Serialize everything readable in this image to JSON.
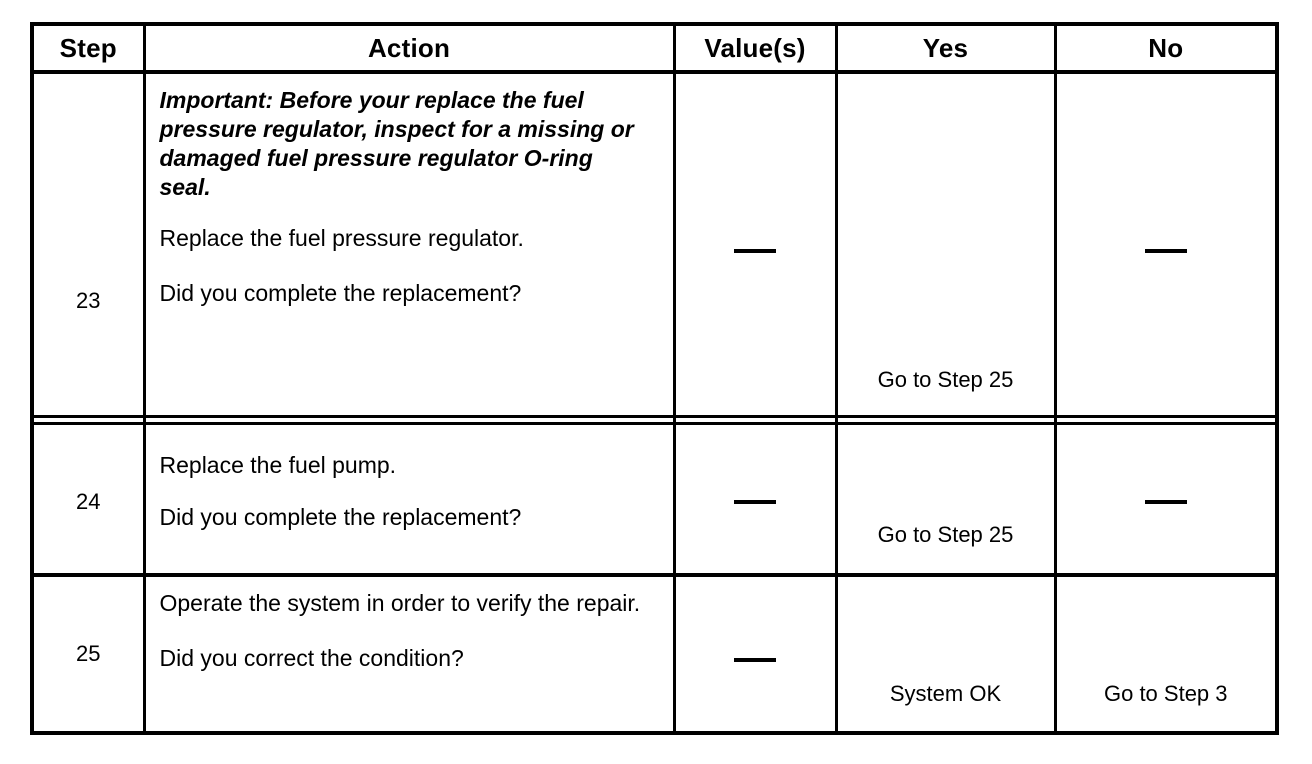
{
  "table": {
    "columns": [
      {
        "key": "step",
        "header": "Step"
      },
      {
        "key": "action",
        "header": "Action"
      },
      {
        "key": "value",
        "header": "Value(s)"
      },
      {
        "key": "yes",
        "header": "Yes"
      },
      {
        "key": "no",
        "header": "No"
      }
    ],
    "rows": [
      {
        "step": "23",
        "note": "Important: Before your replace the fuel pressure regulator, inspect for a missing or damaged fuel pressure regulator O-ring seal.",
        "action_lines": [
          "Replace the fuel pressure regulator.",
          "Did you complete the replacement?"
        ],
        "value": "—",
        "yes": "Go to Step 25",
        "no": "—"
      },
      {
        "step": "24",
        "note": "",
        "action_lines": [
          "Replace the fuel pump.",
          "Did you complete the replacement?"
        ],
        "value": "—",
        "yes": "Go to Step 25",
        "no": "—"
      },
      {
        "step": "25",
        "note": "",
        "action_lines": [
          "Operate the system in order to verify the repair.",
          "Did you correct the condition?"
        ],
        "value": "—",
        "yes": "System OK",
        "no": "Go to Step 3"
      }
    ]
  },
  "colors": {
    "ink": "#000000",
    "page": "#ffffff"
  }
}
